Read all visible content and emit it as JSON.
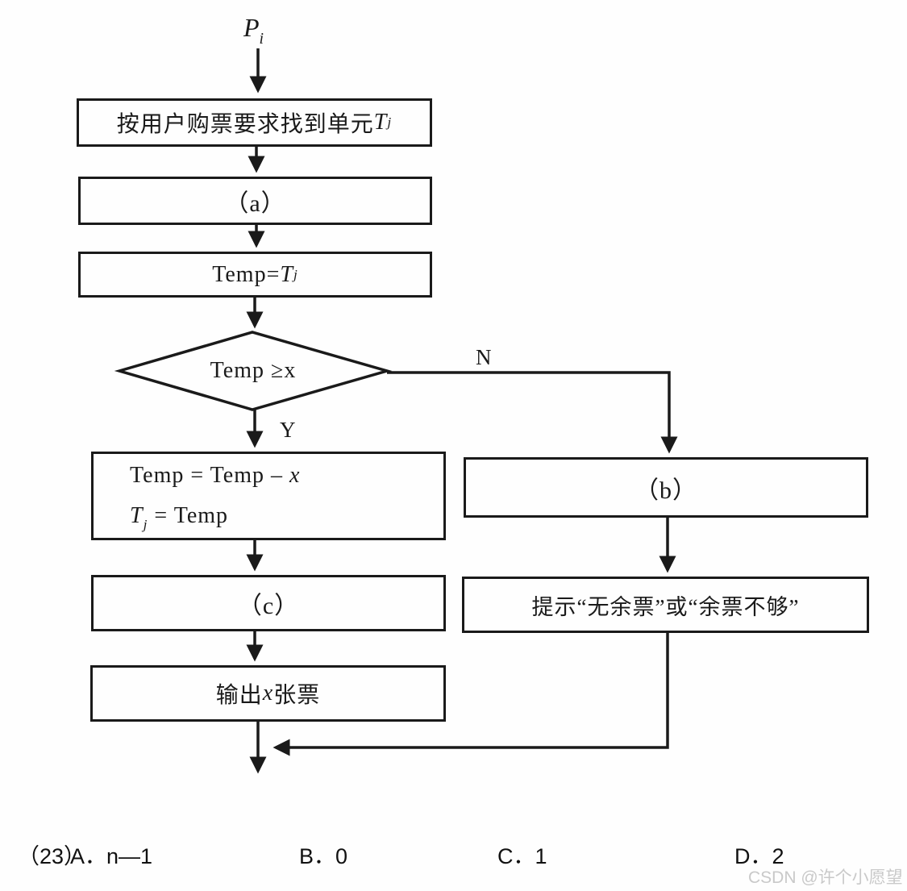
{
  "colors": {
    "line": "#1a1a1a",
    "background": "#fefefe",
    "watermark_gray": "#c9c9c9"
  },
  "flowchart": {
    "start_label": {
      "var": "P",
      "sub": "i"
    },
    "box_find": {
      "text": "按用户购票要求找到单元 ",
      "var": "T",
      "sub": "j"
    },
    "box_a": {
      "text": "（a）"
    },
    "box_temp": {
      "text": "Temp= ",
      "var": "T",
      "sub": "j"
    },
    "diamond": {
      "text": "Temp ≥ ",
      "var": "x"
    },
    "branch_no": "N",
    "branch_yes": "Y",
    "box_assign": {
      "line1_pre": "Temp = Temp – ",
      "line1_var": "x",
      "line2_var": "T",
      "line2_sub": "j",
      "line2_post": " = Temp"
    },
    "box_c": {
      "text": "（c）"
    },
    "box_output": {
      "pre": "输出 ",
      "var": "x",
      "post": " 张票"
    },
    "box_b": {
      "text": "（b）"
    },
    "box_prompt": {
      "text": "提示“无余票”或“余票不够”"
    }
  },
  "question": {
    "number": "（23）",
    "options": [
      "A．n—1",
      "B．0",
      "C．1",
      "D．2"
    ]
  },
  "watermark": "CSDN @许个小愿望"
}
